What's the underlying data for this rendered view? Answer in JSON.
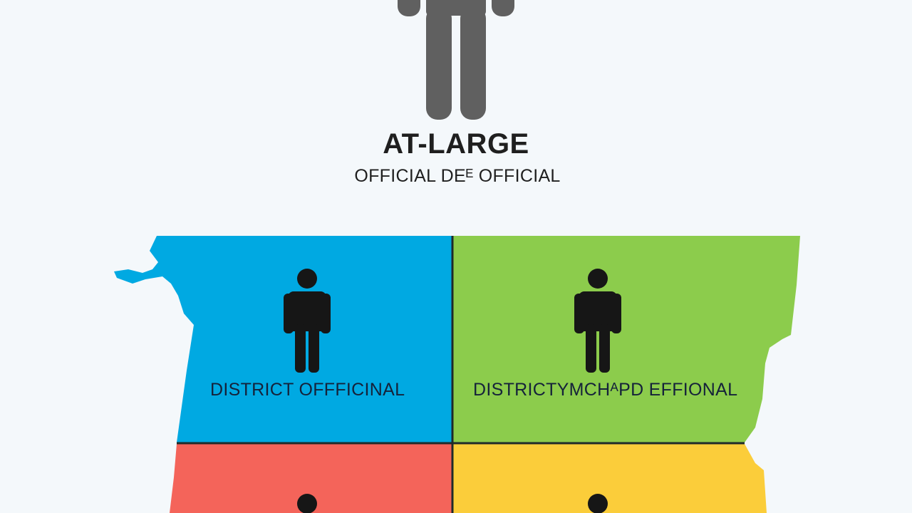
{
  "header": {
    "title": "AT-LARGE",
    "subtitle": "OFFICIAL DEᴱ OFFICIAL"
  },
  "districts": [
    {
      "label": "DISTRICT  OFFFICINAL",
      "color": "#00a9e2",
      "icon": "person-icon"
    },
    {
      "label": "DISTRICTYMCHᴬPD EFFIONAL",
      "color": "#8ccc4c",
      "icon": "person-icon"
    },
    {
      "label": "",
      "color": "#f4645a",
      "icon": "person-icon"
    },
    {
      "label": "",
      "color": "#fbcd3a",
      "icon": "person-icon"
    }
  ],
  "colors": {
    "background": "#f4f8fb",
    "large_figure": "#606060",
    "district_figure": "#161616",
    "divider": "#1f2a2a"
  }
}
